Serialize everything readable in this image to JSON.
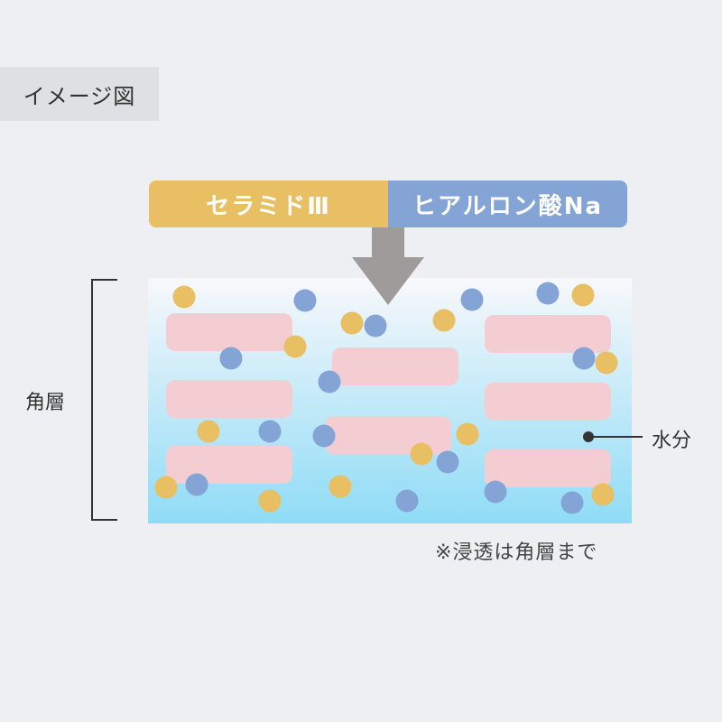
{
  "header": {
    "tag_label": "イメージ図"
  },
  "ingredients": [
    {
      "label": "セラミドⅢ",
      "color": "#e8bf62"
    },
    {
      "label": "ヒアルロン酸Na",
      "color": "#85a4d6"
    }
  ],
  "labels": {
    "stratum_corneum": "角層",
    "water": "水分",
    "note": "※浸透は角層まで"
  },
  "colors": {
    "background": "#eeeff3",
    "arrow": "#a09b9b",
    "block": "#f4cdd2",
    "gradient_top": "#f8f8fb",
    "gradient_bottom": "#8fdcf6",
    "dot_yellow": "#e8bf62",
    "dot_blue": "#85a4d6",
    "bracket": "#333333"
  }
}
